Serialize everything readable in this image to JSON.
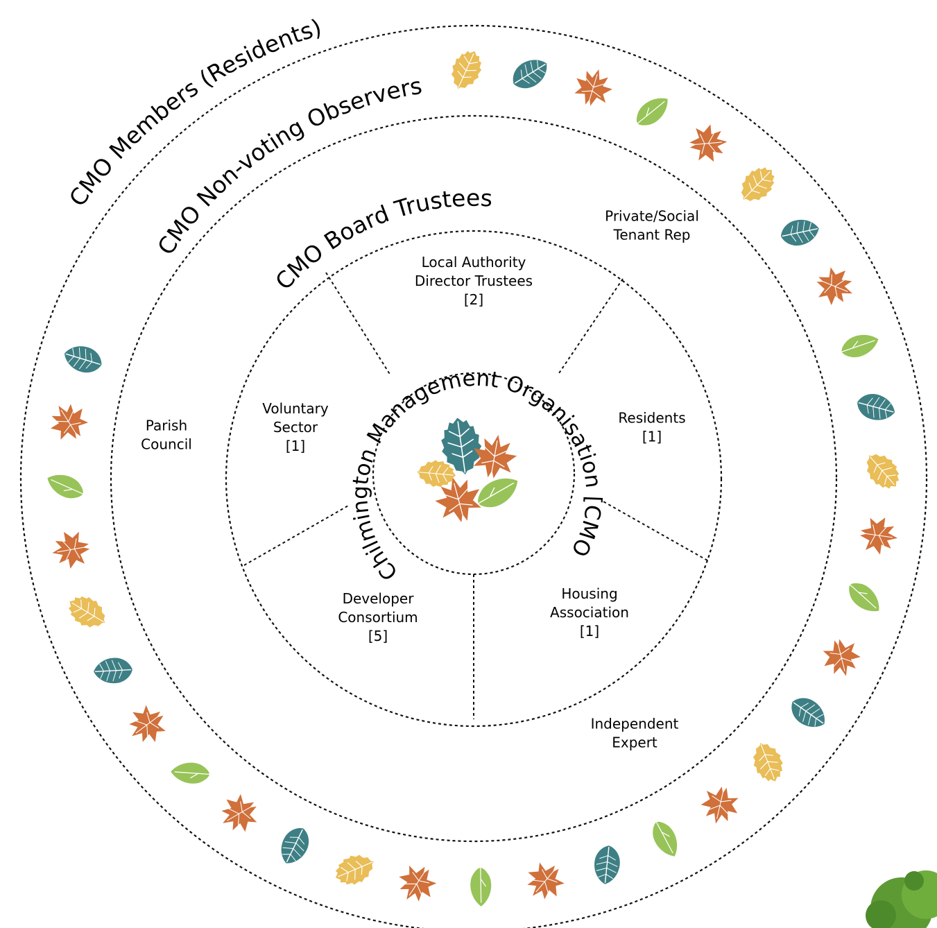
{
  "rings": {
    "members": "CMO Members (Residents)",
    "observers": "CMO Non-voting Observers",
    "trustees": "CMO Board Trustees",
    "centre": "Chilmington Management Organisation [CMO]"
  },
  "observers": [
    {
      "lines": [
        "Private/Social",
        "Tenant Rep"
      ]
    },
    {
      "lines": [
        "Parish",
        "Council"
      ]
    },
    {
      "lines": [
        "Independent",
        "Expert"
      ]
    }
  ],
  "trustees": [
    {
      "lines": [
        "Local Authority",
        "Director Trustees",
        "[2]"
      ]
    },
    {
      "lines": [
        "Voluntary",
        "Sector",
        "[1]"
      ]
    },
    {
      "lines": [
        "Residents",
        "[1]"
      ]
    },
    {
      "lines": [
        "Developer",
        "Consortium",
        "[5]"
      ]
    },
    {
      "lines": [
        "Housing",
        "Association",
        "[1]"
      ]
    }
  ],
  "colors": {
    "teal": "#3d7f84",
    "orange": "#d0703a",
    "yellow": "#e9bd57",
    "green": "#97c358",
    "ring_stroke": "#111111"
  },
  "icons": {
    "logo": "leaf-cluster-logo",
    "decoration": "leaf-icon",
    "corner": "tree-foliage-icon"
  }
}
